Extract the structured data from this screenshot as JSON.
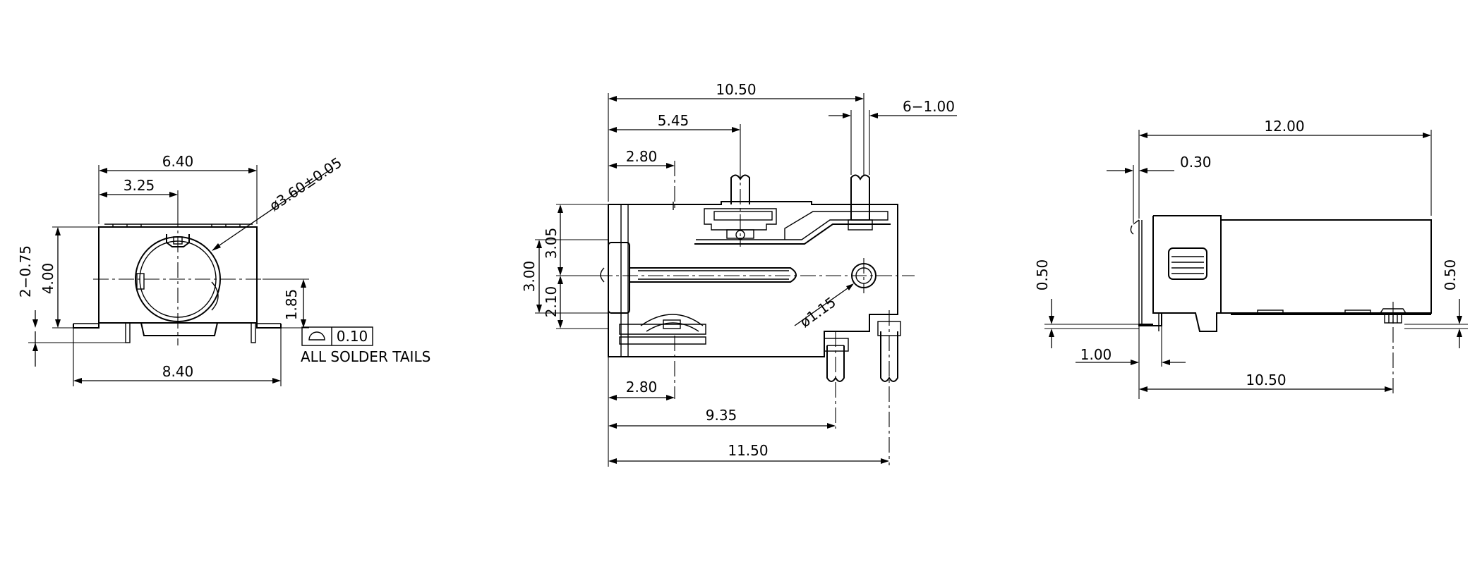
{
  "left_view": {
    "dim_width_top": "6.40",
    "dim_half": "3.25",
    "dim_diameter": "ø3.60±0.05",
    "dim_tails": "2−0.75",
    "dim_height": "4.00",
    "dim_center": "1.85",
    "dim_base": "8.40",
    "tolerance_value": "0.10",
    "note": "ALL SOLDER TAILS"
  },
  "center_view": {
    "dim_top": "10.50",
    "dim_545": "5.45",
    "dim_280_top": "2.80",
    "dim_pins": "6−1.00",
    "dim_305": "3.05",
    "dim_300": "3.00",
    "dim_210": "2.10",
    "dim_hole": "ø1.15",
    "dim_280_bottom": "2.80",
    "dim_935": "9.35",
    "dim_1150": "11.50"
  },
  "right_view": {
    "dim_length": "12.00",
    "dim_030": "0.30",
    "dim_050_left": "0.50",
    "dim_050_right": "0.50",
    "dim_100": "1.00",
    "dim_1050": "10.50"
  }
}
